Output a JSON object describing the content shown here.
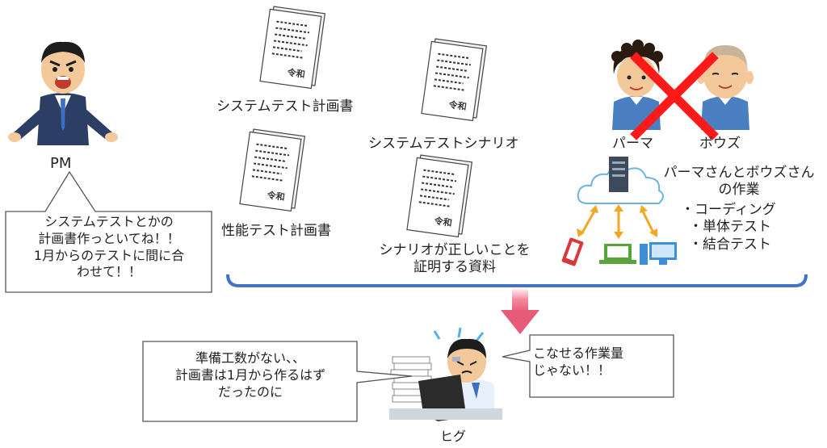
{
  "pm": {
    "label": "PM",
    "speech": [
      "システムテストとかの",
      "計画書作っといてね！！",
      "1月からのテストに間に合",
      "わせて！！"
    ]
  },
  "docs": {
    "system_test_plan": "システムテスト計画書",
    "system_test_scenario": "システムテストシナリオ",
    "performance_test_plan": "性能テスト計画書",
    "scenario_proof": [
      "シナリオが正しいことを",
      "証明する資料"
    ]
  },
  "team": {
    "perma_label": "パーマ",
    "bouzu_label": "ボウズ",
    "tasks_title": [
      "パーマさんとボウズさん",
      "の作業"
    ],
    "tasks": [
      "・コーディング",
      "・単体テスト",
      "・結合テスト"
    ]
  },
  "higu": {
    "label": "ヒグ",
    "speech_left": [
      "準備工数がない、、",
      "計画書は1月から作るはず",
      "だったのに"
    ],
    "speech_right": [
      "こなせる作業量",
      "じゃない！！"
    ]
  },
  "colors": {
    "bracket": "#4472c4",
    "arrow": "#e8607a",
    "cross": "#ff1a1a",
    "device_arrow": "#f5a623"
  }
}
